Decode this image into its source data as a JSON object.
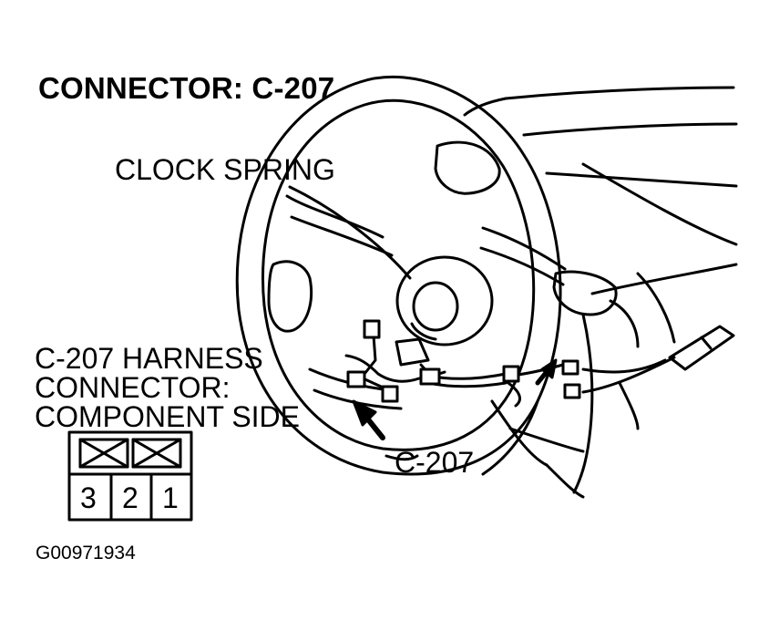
{
  "diagram": {
    "title": "CONNECTOR: C-207",
    "clock_spring_label": "CLOCK SPRING",
    "harness_label": {
      "line1": "C-207 HARNESS",
      "line2": "CONNECTOR:",
      "line3": "COMPONENT SIDE"
    },
    "connector_callout": "C-207",
    "connector_pins": [
      "3",
      "2",
      "1"
    ],
    "figure_id": "G00971934"
  },
  "colors": {
    "ink": "#000000",
    "paper": "#ffffff"
  }
}
